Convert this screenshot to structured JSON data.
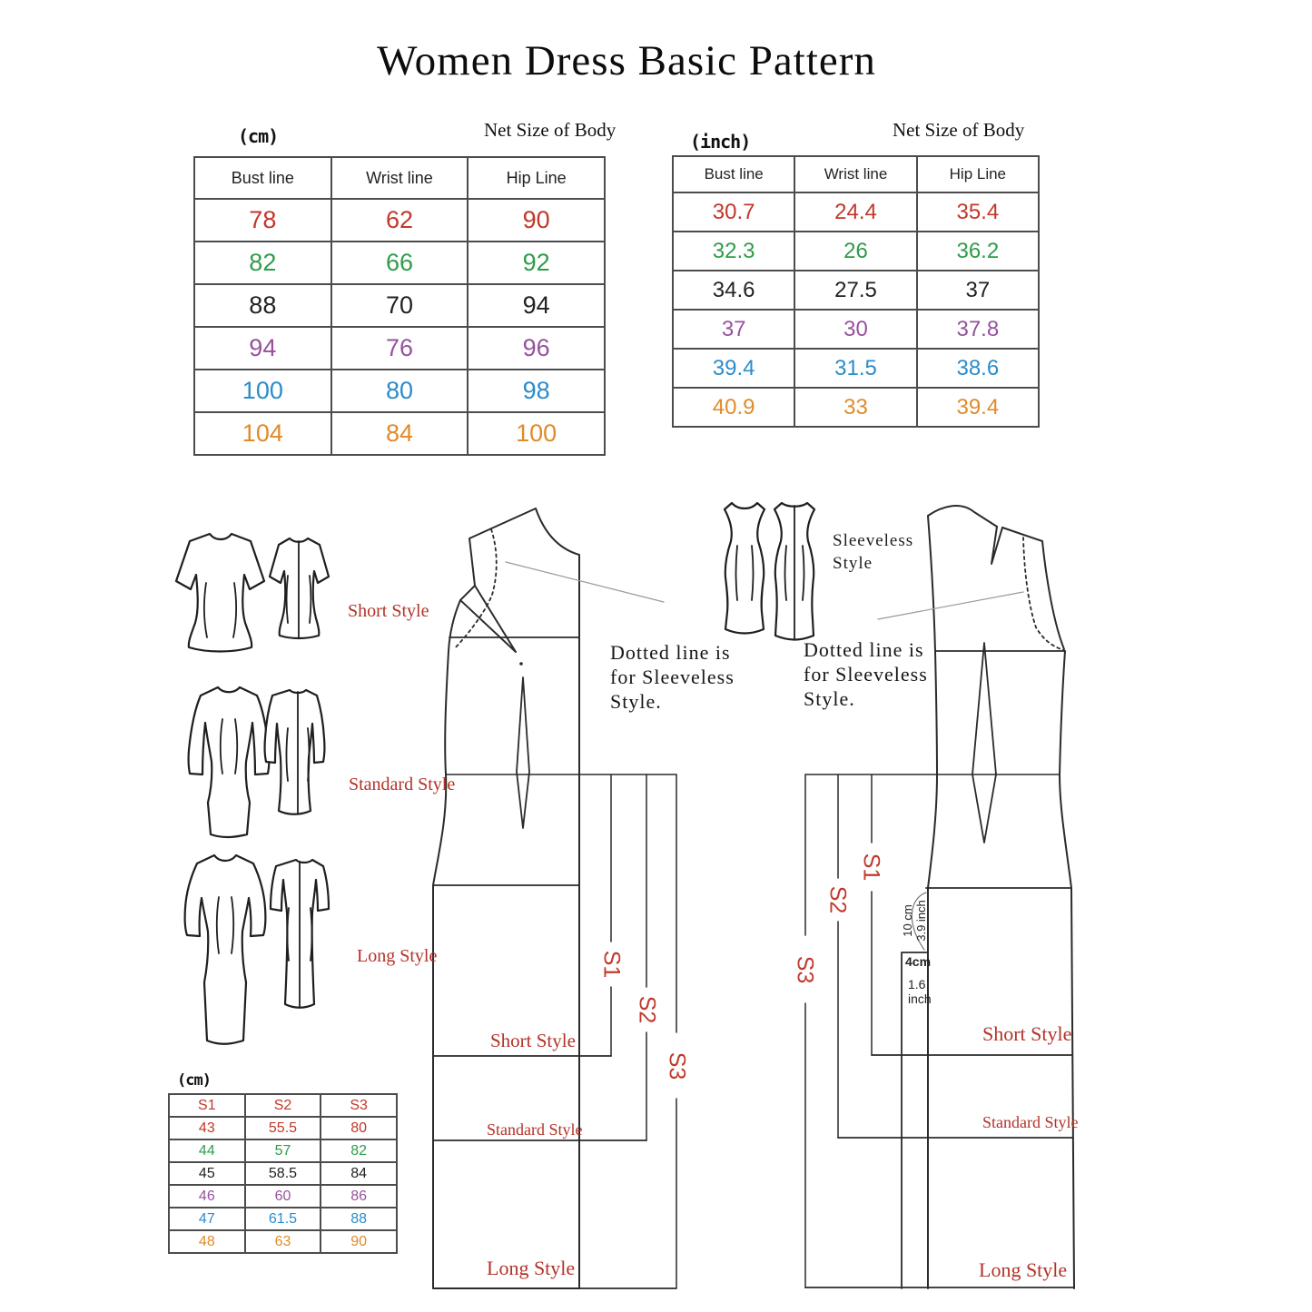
{
  "title": "Women Dress Basic Pattern",
  "tables": {
    "cm": {
      "unit": "(cm)",
      "net": "Net Size of Body",
      "headers": [
        "Bust line",
        "Wrist line",
        "Hip Line"
      ],
      "rows": [
        {
          "color": "#c2372a",
          "values": [
            "78",
            "62",
            "90"
          ]
        },
        {
          "color": "#2f9c4a",
          "values": [
            "82",
            "66",
            "92"
          ]
        },
        {
          "color": "#222222",
          "values": [
            "88",
            "70",
            "94"
          ]
        },
        {
          "color": "#97519d",
          "values": [
            "94",
            "76",
            "96"
          ]
        },
        {
          "color": "#2b8ccb",
          "values": [
            "100",
            "80",
            "98"
          ]
        },
        {
          "color": "#e08b28",
          "values": [
            "104",
            "84",
            "100"
          ]
        }
      ]
    },
    "inch": {
      "unit": "(inch)",
      "net": "Net Size of Body",
      "headers": [
        "Bust line",
        "Wrist line",
        "Hip Line"
      ],
      "rows": [
        {
          "color": "#c2372a",
          "values": [
            "30.7",
            "24.4",
            "35.4"
          ]
        },
        {
          "color": "#2f9c4a",
          "values": [
            "32.3",
            "26",
            "36.2"
          ]
        },
        {
          "color": "#222222",
          "values": [
            "34.6",
            "27.5",
            "37"
          ]
        },
        {
          "color": "#97519d",
          "values": [
            "37",
            "30",
            "37.8"
          ]
        },
        {
          "color": "#2b8ccb",
          "values": [
            "39.4",
            "31.5",
            "38.6"
          ]
        },
        {
          "color": "#e08b28",
          "values": [
            "40.9",
            "33",
            "39.4"
          ]
        }
      ]
    },
    "lengths": {
      "unit": "(cm)",
      "header_color": "#c2372a",
      "headers": [
        "S1",
        "S2",
        "S3"
      ],
      "rows": [
        {
          "color": "#c2372a",
          "values": [
            "43",
            "55.5",
            "80"
          ]
        },
        {
          "color": "#2f9c4a",
          "values": [
            "44",
            "57",
            "82"
          ]
        },
        {
          "color": "#222222",
          "values": [
            "45",
            "58.5",
            "84"
          ]
        },
        {
          "color": "#97519d",
          "values": [
            "46",
            "60",
            "86"
          ]
        },
        {
          "color": "#2b8ccb",
          "values": [
            "47",
            "61.5",
            "88"
          ]
        },
        {
          "color": "#e08b28",
          "values": [
            "48",
            "63",
            "90"
          ]
        }
      ]
    }
  },
  "styles": {
    "short": "Short Style",
    "standard": "Standard Style",
    "long": "Long Style",
    "sleeveless_line1": "Sleeveless",
    "sleeveless_line2": "Style"
  },
  "notes": {
    "front": [
      "Dotted  line is",
      "for Sleeveless",
      "Style."
    ],
    "back": [
      "Dotted  line is",
      "for Sleeveless",
      "Style."
    ]
  },
  "measures": {
    "s1": "S1",
    "s2": "S2",
    "s3": "S3",
    "ten_cm": "10 cm",
    "inch39": "3.9 inch",
    "four_cm": "4cm",
    "inch16_a": "1.6",
    "inch16_b": "inch"
  },
  "colors": {
    "accent_red": "#b23228",
    "rotated_red": "#c0392b",
    "table_border": "#4c4c4c"
  }
}
